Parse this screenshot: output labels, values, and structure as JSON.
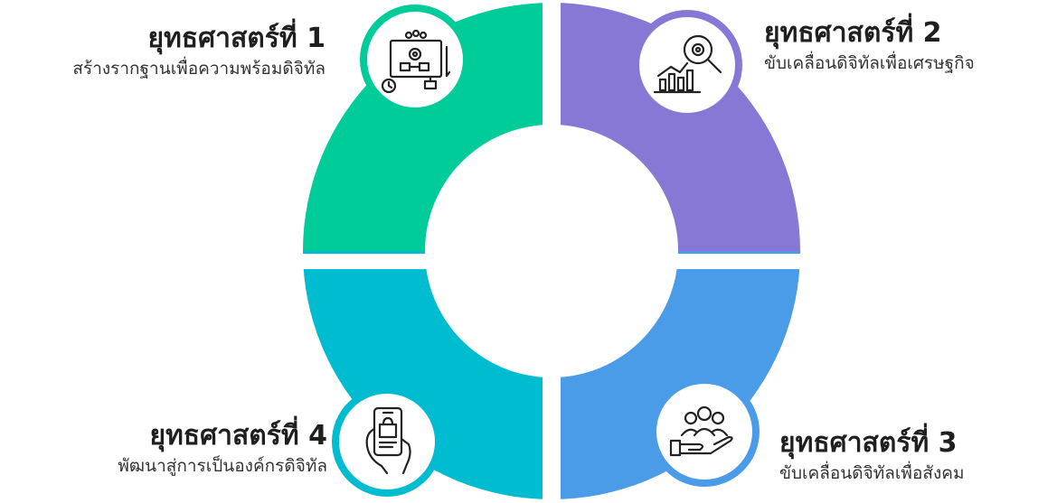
{
  "diagram": {
    "strategies": [
      {
        "title": "ยุทธศาสตร์ที่ 1",
        "subtitle": "สร้างรากฐานเพื่อความพร้อมดิจิทัล",
        "color": "#00CC99",
        "icon": "planning-board-icon"
      },
      {
        "title": "ยุทธศาสตร์ที่ 2",
        "subtitle": "ขับเคลื่อนดิจิทัลเพื่อเศรษฐกิจ",
        "color": "#8878D6",
        "icon": "analytics-magnifier-icon"
      },
      {
        "title": "ยุทธศาสตร์ที่ 3",
        "subtitle": "ขับเคลื่อนดิจิทัลเพื่อสังคม",
        "color": "#4A9BE8",
        "icon": "community-hand-icon"
      },
      {
        "title": "ยุทธศาสตร์ที่ 4",
        "subtitle": "พัฒนาสู่การเป็นองค์กรดิจิทัล",
        "color": "#00BCD0",
        "icon": "smartphone-shopping-icon"
      }
    ]
  }
}
